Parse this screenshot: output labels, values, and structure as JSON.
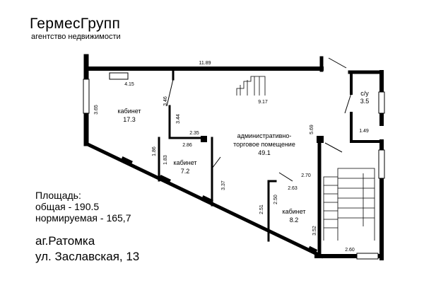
{
  "brand": {
    "name": "ГермесГрупп",
    "tagline": "агентство недвижимости"
  },
  "area": {
    "heading": "Площадь:",
    "total": "общая - 190.5",
    "normalized": "нормируемая - 165,7"
  },
  "address": {
    "city": "аг.Ратомка",
    "street": "ул. Заславская, 13"
  },
  "rooms": {
    "office_large": {
      "name": "кабинет",
      "area": "17.3"
    },
    "office_small": {
      "name": "кабинет",
      "area": "7.2"
    },
    "admin_line1": "административно-",
    "admin_line2": "торговое помещение",
    "admin_area": "49.1",
    "wc": {
      "name": "с/у",
      "area": "3.5"
    },
    "office_right": {
      "name": "кабинет",
      "area": "8.2"
    }
  },
  "dimensions": {
    "top": "11.89",
    "d_415": "4.15",
    "d_365": "3.65",
    "d_346": "3.46",
    "d_344": "3.44",
    "d_917": "9.17",
    "d_235": "2.35",
    "d_286": "2.86",
    "d_186": "1.86",
    "d_183": "1.83",
    "d_337": "3.37",
    "d_569": "5.69",
    "d_149": "1.49",
    "d_270": "2.70",
    "d_263": "2.63",
    "d_250": "2.50",
    "d_251": "2.51",
    "d_352": "3.52",
    "d_260": "2.60"
  },
  "colors": {
    "wall": "#000000",
    "window": "#ffffff"
  }
}
